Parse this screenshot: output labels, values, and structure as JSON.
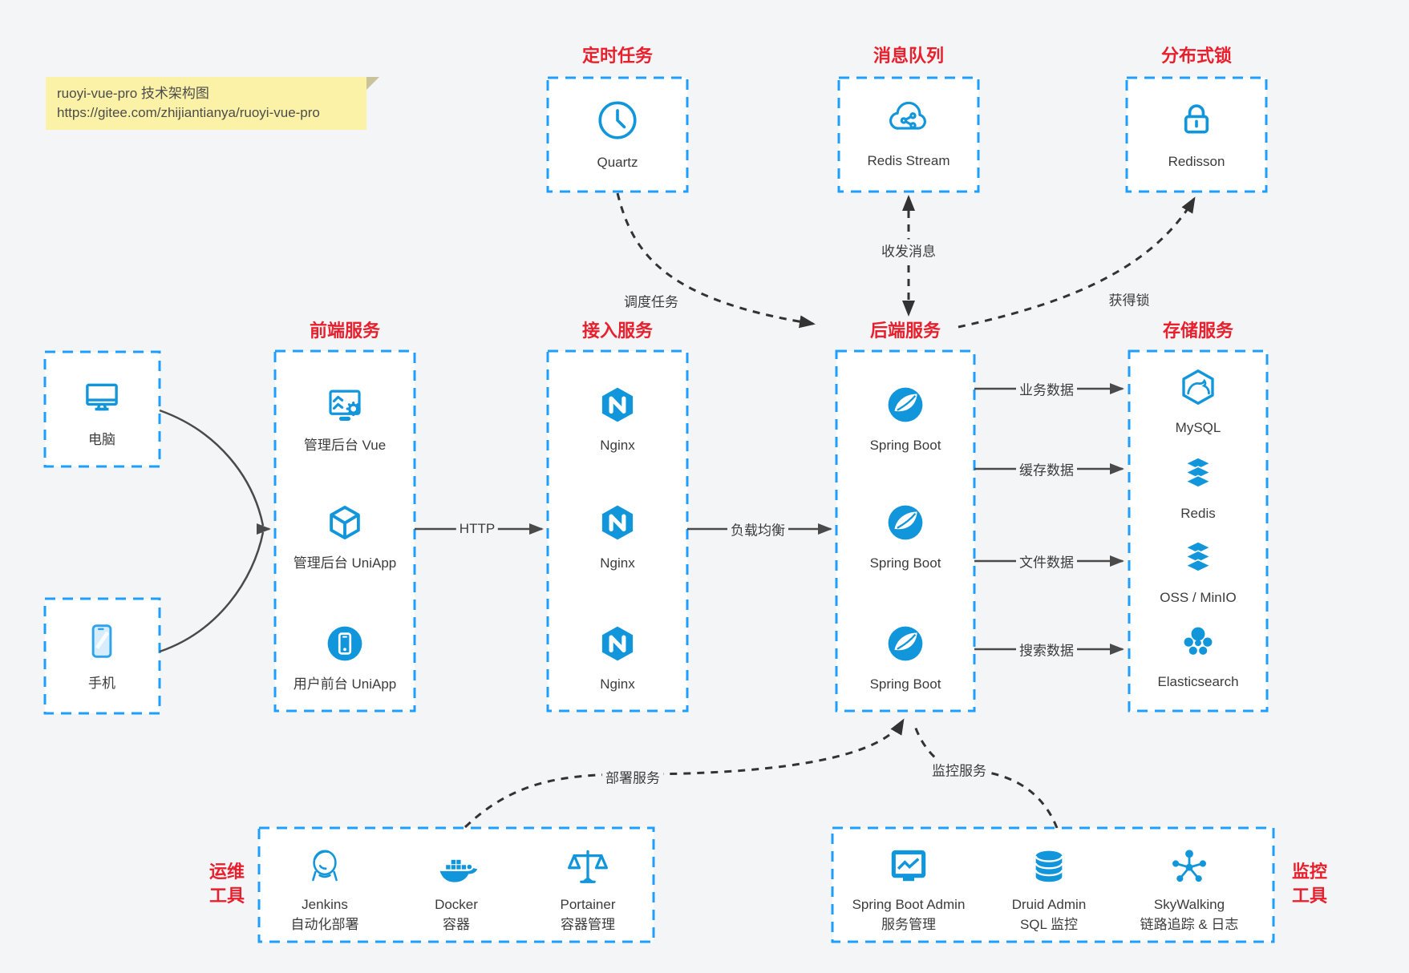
{
  "note": {
    "line1": "ruoyi-vue-pro 技术架构图",
    "line2": "https://gitee.com/zhijiantianya/ruoyi-vue-pro"
  },
  "groups": {
    "scheduled": {
      "title": "定时任务",
      "item": "Quartz"
    },
    "mq": {
      "title": "消息队列",
      "item": "Redis Stream"
    },
    "lock": {
      "title": "分布式锁",
      "item": "Redisson"
    },
    "clients": {
      "items": [
        "电脑",
        "手机"
      ]
    },
    "frontend": {
      "title": "前端服务",
      "items": [
        "管理后台 Vue",
        "管理后台 UniApp",
        "用户前台 UniApp"
      ]
    },
    "access": {
      "title": "接入服务",
      "items": [
        "Nginx",
        "Nginx",
        "Nginx"
      ]
    },
    "backend": {
      "title": "后端服务",
      "items": [
        "Spring Boot",
        "Spring Boot",
        "Spring Boot"
      ]
    },
    "storage": {
      "title": "存储服务",
      "items": [
        "MySQL",
        "Redis",
        "OSS / MinIO",
        "Elasticsearch"
      ]
    },
    "ops": {
      "side_line1": "运维",
      "side_line2": "工具",
      "items": [
        {
          "name": "Jenkins",
          "sub": "自动化部署"
        },
        {
          "name": "Docker",
          "sub": "容器"
        },
        {
          "name": "Portainer",
          "sub": "容器管理"
        }
      ]
    },
    "monitoring": {
      "side_line1": "监控",
      "side_line2": "工具",
      "items": [
        {
          "name": "Spring Boot Admin",
          "sub": "服务管理"
        },
        {
          "name": "Druid Admin",
          "sub": "SQL 监控"
        },
        {
          "name": "SkyWalking",
          "sub": "链路追踪 & 日志"
        }
      ]
    }
  },
  "edges": {
    "http": "HTTP",
    "load_balance": "负载均衡",
    "business_data": "业务数据",
    "cache_data": "缓存数据",
    "file_data": "文件数据",
    "search_data": "搜索数据",
    "schedule_task": "调度任务",
    "send_receive_msg": "收发消息",
    "acquire_lock": "获得锁",
    "deploy_service": "部署服务",
    "monitor_service": "监控服务"
  },
  "colors": {
    "accent_blue": "#1296db",
    "border_blue": "#1e9fff",
    "title_red": "#e8202e",
    "arrow_gray": "#4a4a4a",
    "dashed_dark": "#333333",
    "note_bg": "#fbf2a7"
  }
}
